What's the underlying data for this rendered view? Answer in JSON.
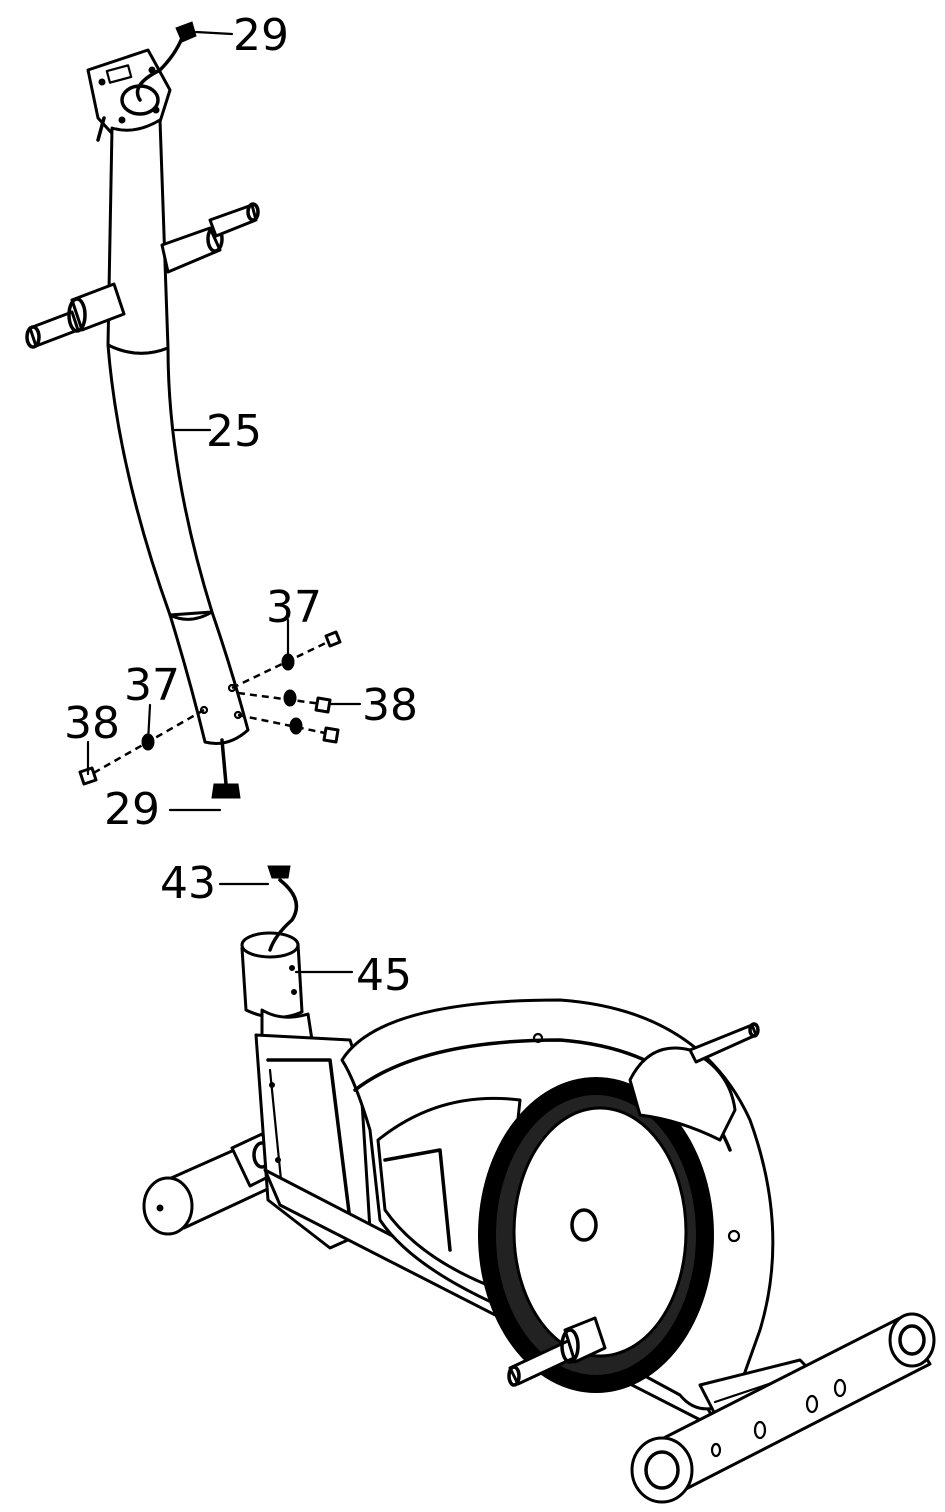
{
  "labels": {
    "top_29": "29",
    "label_25": "25",
    "label_37_right": "37",
    "label_37_left": "37",
    "label_38_left": "38",
    "label_38_right": "38",
    "bottom_29": "29",
    "label_43": "43",
    "label_45": "45"
  }
}
